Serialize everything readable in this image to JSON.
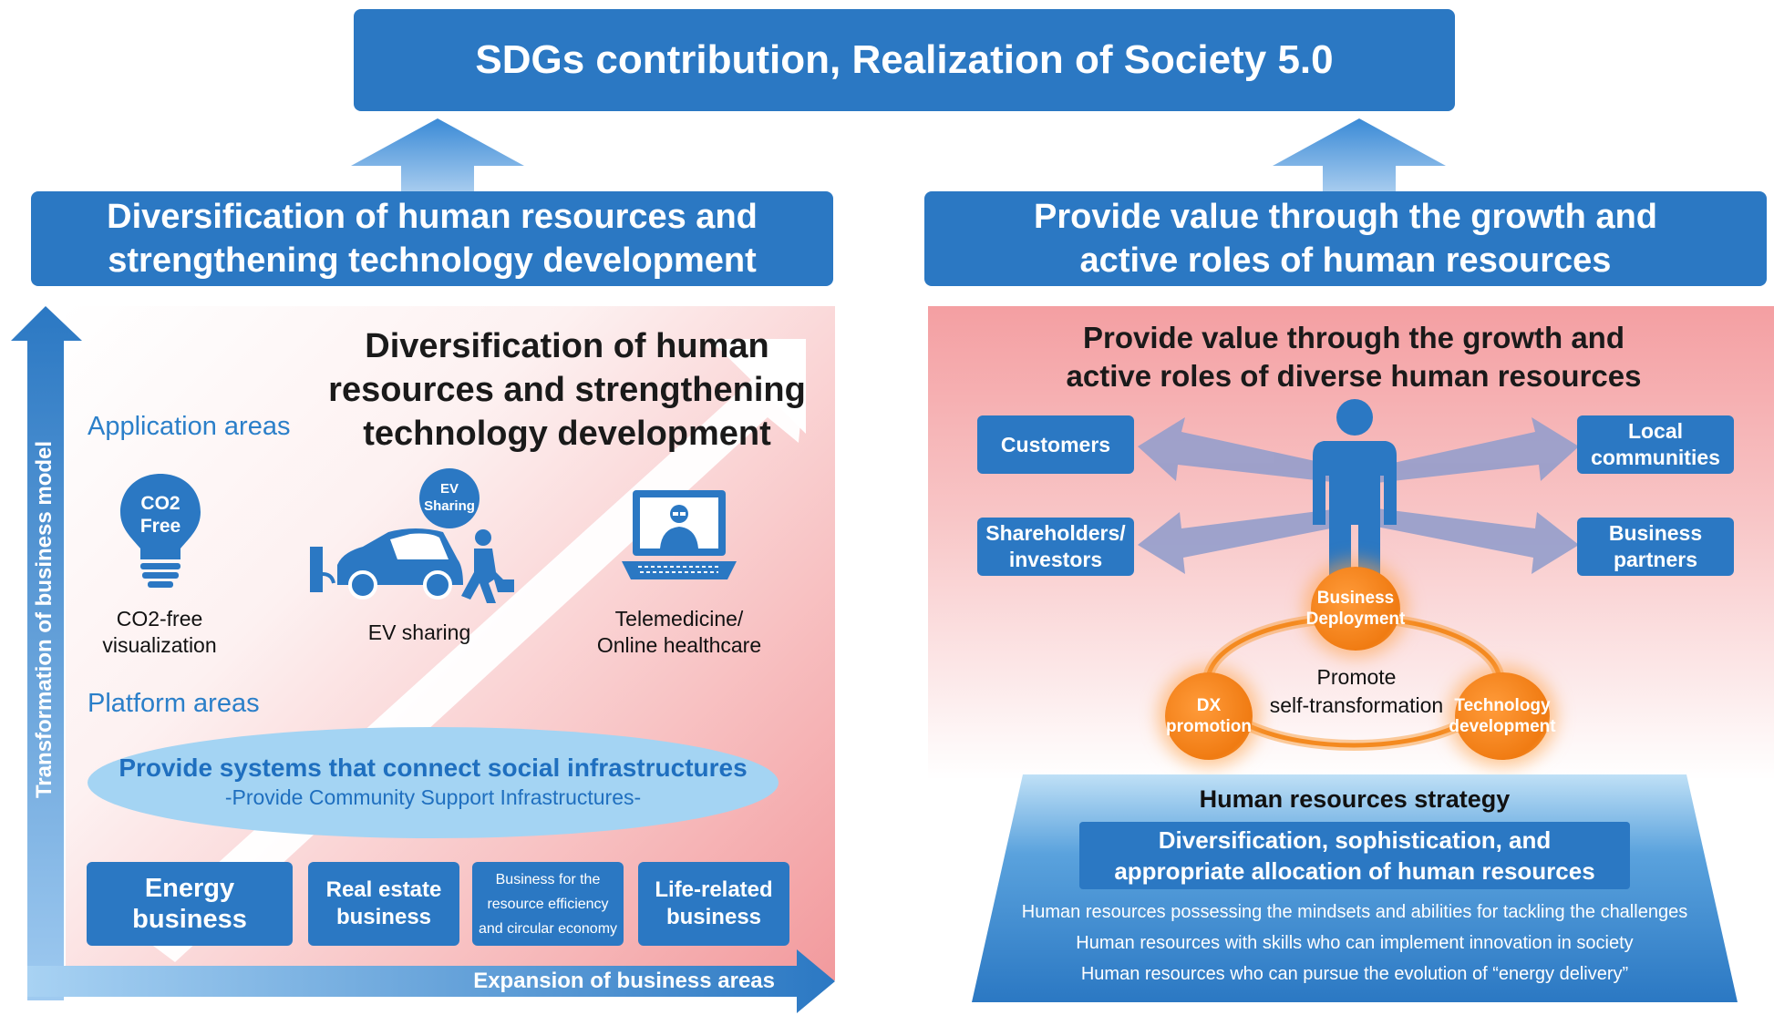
{
  "top": {
    "title": "SDGs contribution, Realization of Society 5.0"
  },
  "left": {
    "header_line1": "Diversification of human resources and",
    "header_line2": "strengthening technology development",
    "y_axis_label": "Transformation of business model",
    "x_axis_label": "Expansion of business areas",
    "diag_title_line1": "Diversification of human",
    "diag_title_line2": "resources and strengthening",
    "diag_title_line3": "technology development",
    "application_areas": "Application areas",
    "platform_areas": "Platform areas",
    "co2_bulb_line1": "CO2",
    "co2_bulb_line2": "Free",
    "co2_caption_line1": "CO2-free",
    "co2_caption_line2": "visualization",
    "ev_badge_line1": "EV",
    "ev_badge_line2": "Sharing",
    "ev_caption": "EV sharing",
    "tele_caption_line1": "Telemedicine/",
    "tele_caption_line2": "Online healthcare",
    "platform_main": "Provide systems that connect social infrastructures",
    "platform_sub": "-Provide Community Support Infrastructures-",
    "businesses": [
      {
        "line1": "Energy",
        "line2": "business",
        "line3": ""
      },
      {
        "line1": "Real estate",
        "line2": "business",
        "line3": ""
      },
      {
        "line1": "Business for the",
        "line2": "resource efficiency",
        "line3": "and circular economy"
      },
      {
        "line1": "Life-related",
        "line2": "business",
        "line3": ""
      }
    ]
  },
  "right": {
    "header_line1": "Provide value through the growth and",
    "header_line2": "active roles of human resources",
    "sub_title_line1": "Provide value through the growth and",
    "sub_title_line2": "active roles of diverse human resources",
    "stakeholders": {
      "customers": "Customers",
      "local_line1": "Local",
      "local_line2": "communities",
      "share_line1": "Shareholders/",
      "share_line2": "investors",
      "partners_line1": "Business",
      "partners_line2": "partners"
    },
    "circles": {
      "business_line1": "Business",
      "business_line2": "Deployment",
      "dx_line1": "DX",
      "dx_line2": "promotion",
      "tech_line1": "Technology",
      "tech_line2": "development"
    },
    "promote_line1": "Promote",
    "promote_line2": "self-transformation",
    "hr_strategy_title": "Human resources strategy",
    "hr_box_line1": "Diversification, sophistication, and",
    "hr_box_line2": "appropriate allocation of human resources",
    "hr_lines": [
      "Human resources possessing the mindsets and abilities for tackling the challenges",
      "Human resources with skills who can implement innovation in society",
      "Human resources who can pursue the evolution of “energy delivery”"
    ]
  }
}
